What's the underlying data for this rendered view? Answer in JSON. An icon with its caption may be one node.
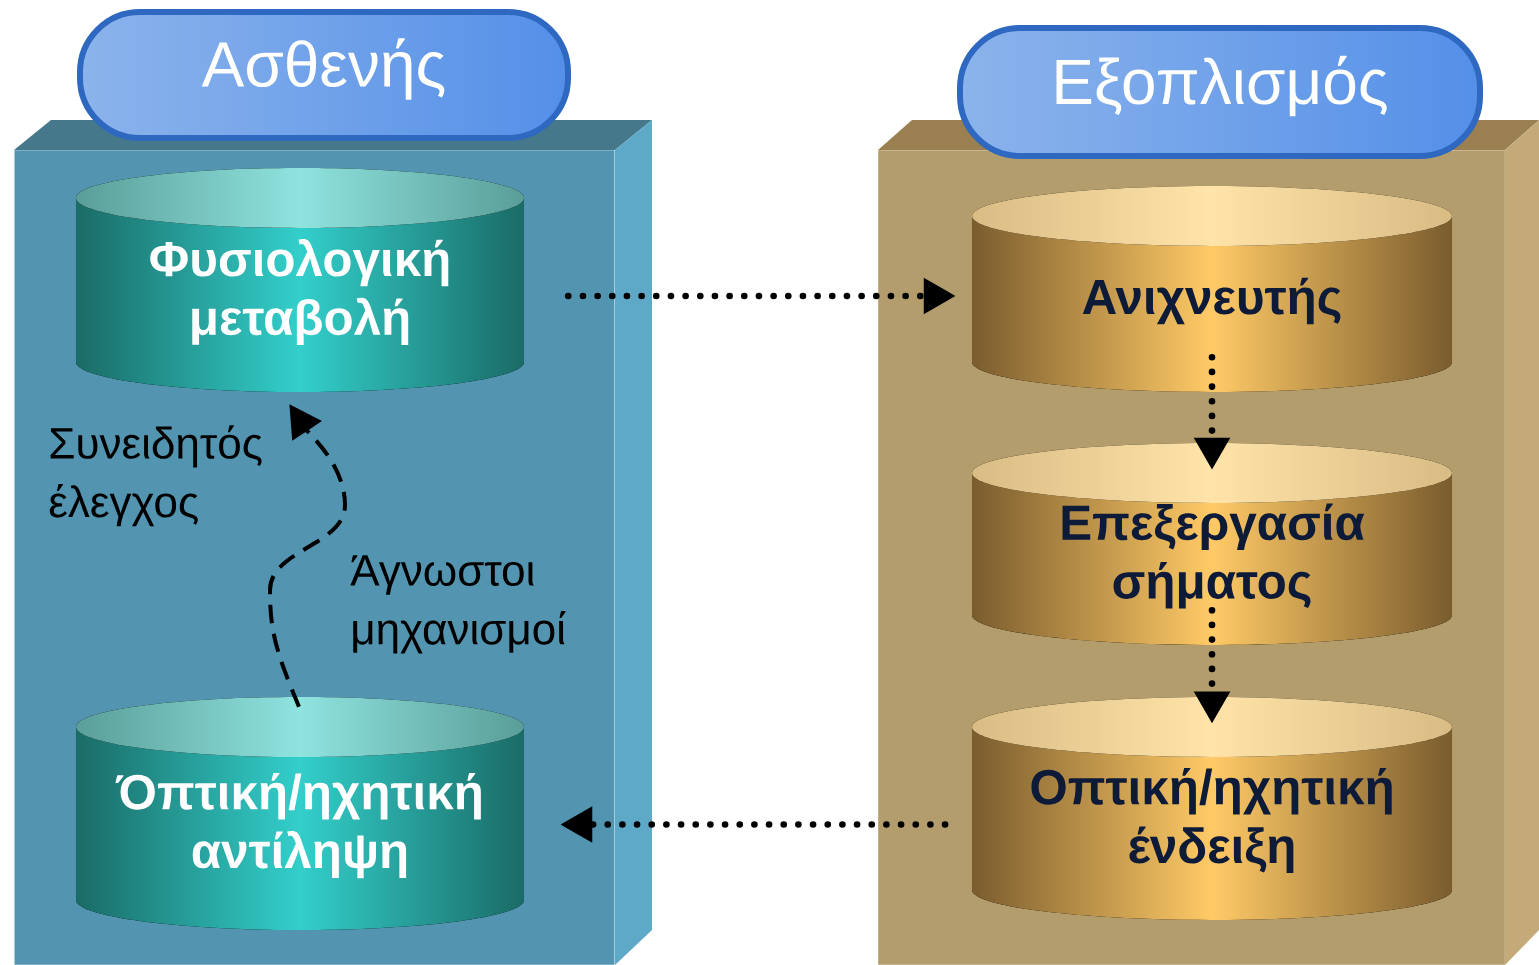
{
  "diagram": {
    "nodes": [
      {
        "text": [
          "Ασθενής"
        ]
      },
      {
        "text": [
          "Φυσιολογική μεταβολή"
        ],
        "in": 0
      },
      {
        "text": [
          "Όπτική/ηχητική αντίληψη"
        ],
        "in": 0
      },
      {
        "text": [
          "Εξοπλισμός"
        ]
      },
      {
        "text": [
          "Ανιχνευτής"
        ],
        "in": 3
      },
      {
        "text": [
          "Επεξεργασία σήματος"
        ],
        "in": 3
      },
      {
        "text": [
          "Οπτική/ηχητική ένδειξη"
        ],
        "in": 3
      }
    ],
    "edges": [
      {
        "from": 1,
        "to": 4,
        "arrow": "to"
      },
      {
        "from": 4,
        "to": 5,
        "arrow": "to"
      },
      {
        "from": 5,
        "to": 6,
        "arrow": "to"
      },
      {
        "from": 6,
        "to": 2,
        "arrow": "to"
      },
      {
        "from": 2,
        "to": 1,
        "arrow": "to",
        "style": "dashed"
      }
    ],
    "labels": [
      "Συνειδητός έλεγχος",
      "Άγνωστοι μηχανισμοί"
    ]
  }
}
